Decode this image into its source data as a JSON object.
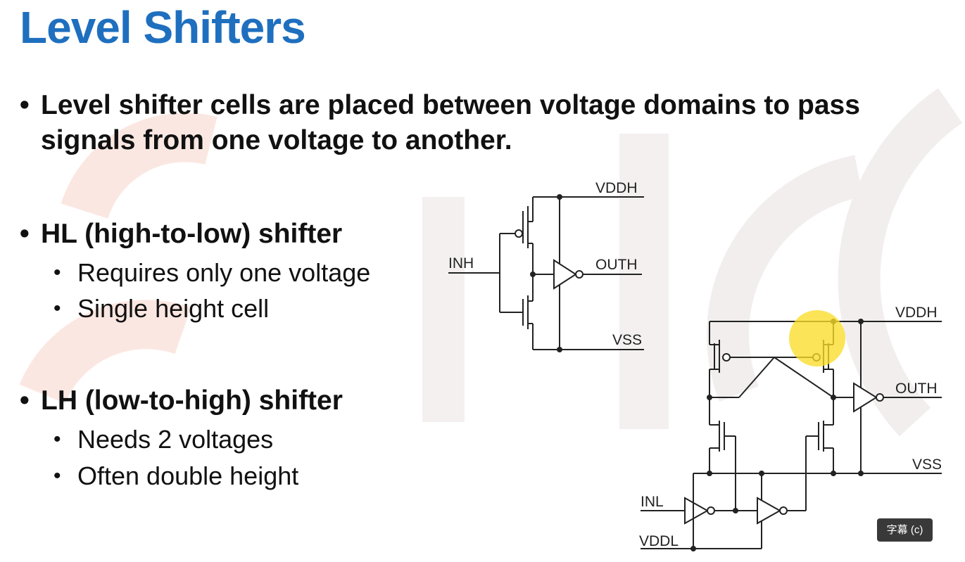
{
  "slide": {
    "title": "Level Shifters",
    "intro": {
      "line1": "Level shifter cells are placed between voltage domains to pass",
      "line2": "signals from one voltage to another."
    },
    "hl": {
      "heading": "HL (high-to-low) shifter",
      "points": [
        "Requires only one voltage",
        "Single height cell"
      ]
    },
    "lh": {
      "heading": "LH (low-to-high) shifter",
      "points": [
        "Needs 2 voltages",
        "Often double height"
      ]
    }
  },
  "hl_schematic": {
    "vddh": "VDDH",
    "inh": "INH",
    "outh": "OUTH",
    "vss": "VSS"
  },
  "lh_schematic": {
    "vddh": "VDDH",
    "outh": "OUTH",
    "vss": "VSS",
    "inl": "INL",
    "vddl": "VDDL"
  },
  "player": {
    "captions_button": "字幕 (c)"
  },
  "colors": {
    "title": "#1f6fbf",
    "cursor_highlight": "#fadc28",
    "watermark": "#fbe6e0"
  }
}
